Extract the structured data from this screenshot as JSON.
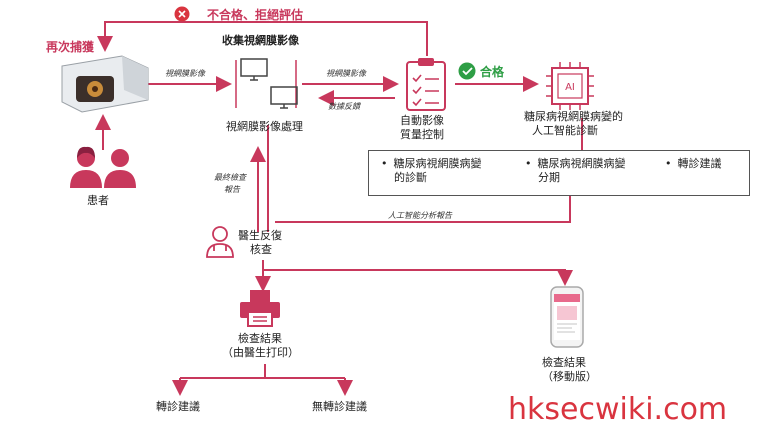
{
  "labels": {
    "reject": "不合格、拒絕評估",
    "recapture": "再次捕獲",
    "collect_title": "收集視網膜影像",
    "retina_image_1": "視網膜影像",
    "retina_image_2": "視網膜影像",
    "feedback": "數據反饋",
    "qualified": "合格",
    "image_processing": "視網膜影像處理",
    "auto_qc_line1": "自動影像",
    "auto_qc_line2": "質量控制",
    "ai_diag_line1": "糖尿病視網膜病變的",
    "ai_diag_line2": "人工智能診斷",
    "patient": "患者",
    "final_report_line1": "最終檢查",
    "final_report_line2": "報告",
    "ai_report": "人工智能分析報告",
    "doctor_line1": "醫生反復",
    "doctor_line2": "核查",
    "result_print_line1": "檢查結果",
    "result_print_line2": "（由醫生打印）",
    "result_mobile_line1": "檢查結果",
    "result_mobile_line2": "（移動版）",
    "referral": "轉診建議",
    "no_referral": "無轉診建議"
  },
  "ai_outputs": [
    {
      "line1": "糖尿病視網膜病變",
      "line2": "的診斷"
    },
    {
      "line1": "糖尿病視網膜病變",
      "line2": "分期"
    },
    {
      "line1": "轉診建議",
      "line2": ""
    }
  ],
  "icons": {
    "fail": "x-circle-icon",
    "pass": "check-circle-icon",
    "ai_chip": "AI"
  },
  "watermark": "hksecwiki.com",
  "colors": {
    "accent": "#c8385c",
    "pass": "#2e9e45",
    "fail": "#d9343f"
  }
}
